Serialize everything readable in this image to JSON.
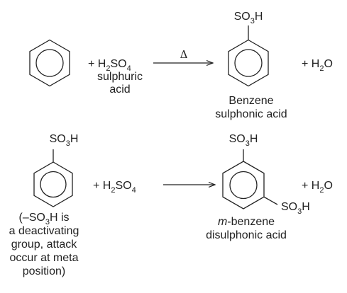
{
  "reaction1": {
    "plus_reagent": "+ H",
    "reagent_sub2": "2",
    "reagent_so": "SO",
    "reagent_sub4": "4",
    "reagent_name_line1": "sulphuric",
    "reagent_name_line2": "acid",
    "condition": "Δ",
    "product_group_so": "SO",
    "product_group_sub": "3",
    "product_group_h": "H",
    "plus_byproduct": "+ H",
    "byproduct_sub": "2",
    "byproduct_o": "O",
    "product_name_line1": "Benzene",
    "product_name_line2": "sulphonic acid"
  },
  "reaction2": {
    "reactant_group_so": "SO",
    "reactant_group_sub": "3",
    "reactant_group_h": "H",
    "plus_reagent": "+ H",
    "reagent_sub2": "2",
    "reagent_so": "SO",
    "reagent_sub4": "4",
    "note_line1_a": "(–SO",
    "note_line1_sub": "3",
    "note_line1_b": "H is",
    "note_line2": "a deactivating",
    "note_line3": "group, attack",
    "note_line4": "occur at meta",
    "note_line5": "position)",
    "product_top_so": "SO",
    "product_top_sub": "3",
    "product_top_h": "H",
    "product_meta_so": "SO",
    "product_meta_sub": "3",
    "product_meta_h": "H",
    "plus_byproduct": "+ H",
    "byproduct_sub": "2",
    "byproduct_o": "O",
    "product_name_prefix": "m",
    "product_name_line1_rest": "-benzene",
    "product_name_line2": "disulphonic acid"
  }
}
